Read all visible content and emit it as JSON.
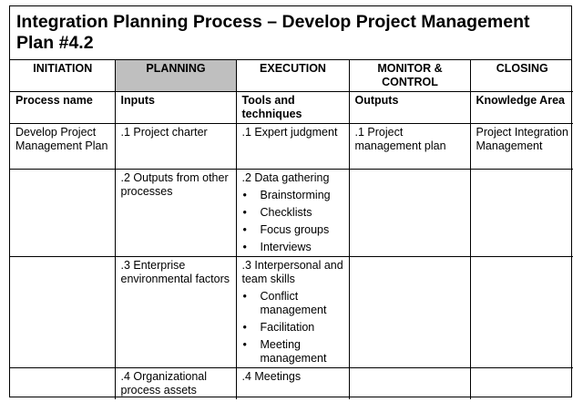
{
  "title": "Integration Planning Process – Develop Project Management Plan #4.2",
  "phases": [
    "INITIATION",
    "PLANNING",
    "EXECUTION",
    "MONITOR & CONTROL",
    "CLOSING"
  ],
  "headers": [
    "Process name",
    "Inputs",
    "Tools and techniques",
    "Outputs",
    "Knowledge Area"
  ],
  "rows": [
    {
      "process": "Develop Project Management Plan",
      "input": ".1 Project charter",
      "tool": ".1 Expert judgment",
      "output": ".1 Project management plan",
      "knowledge": "Project Integration Management"
    },
    {
      "input": ".2 Outputs from other processes",
      "tool": ".2 Data gathering",
      "tool_items": [
        "Brainstorming",
        "Checklists",
        "Focus groups",
        "Interviews"
      ]
    },
    {
      "input": ".3 Enterprise environmental factors",
      "tool": ".3 Interpersonal and team skills",
      "tool_items": [
        "Conflict management",
        "Facilitation",
        "Meeting management"
      ]
    },
    {
      "input": ".4 Organizational process assets",
      "tool": ".4 Meetings"
    }
  ],
  "highlight_phase": "PLANNING",
  "colors": {
    "highlight": "#bfbfbf",
    "border": "#000000"
  }
}
